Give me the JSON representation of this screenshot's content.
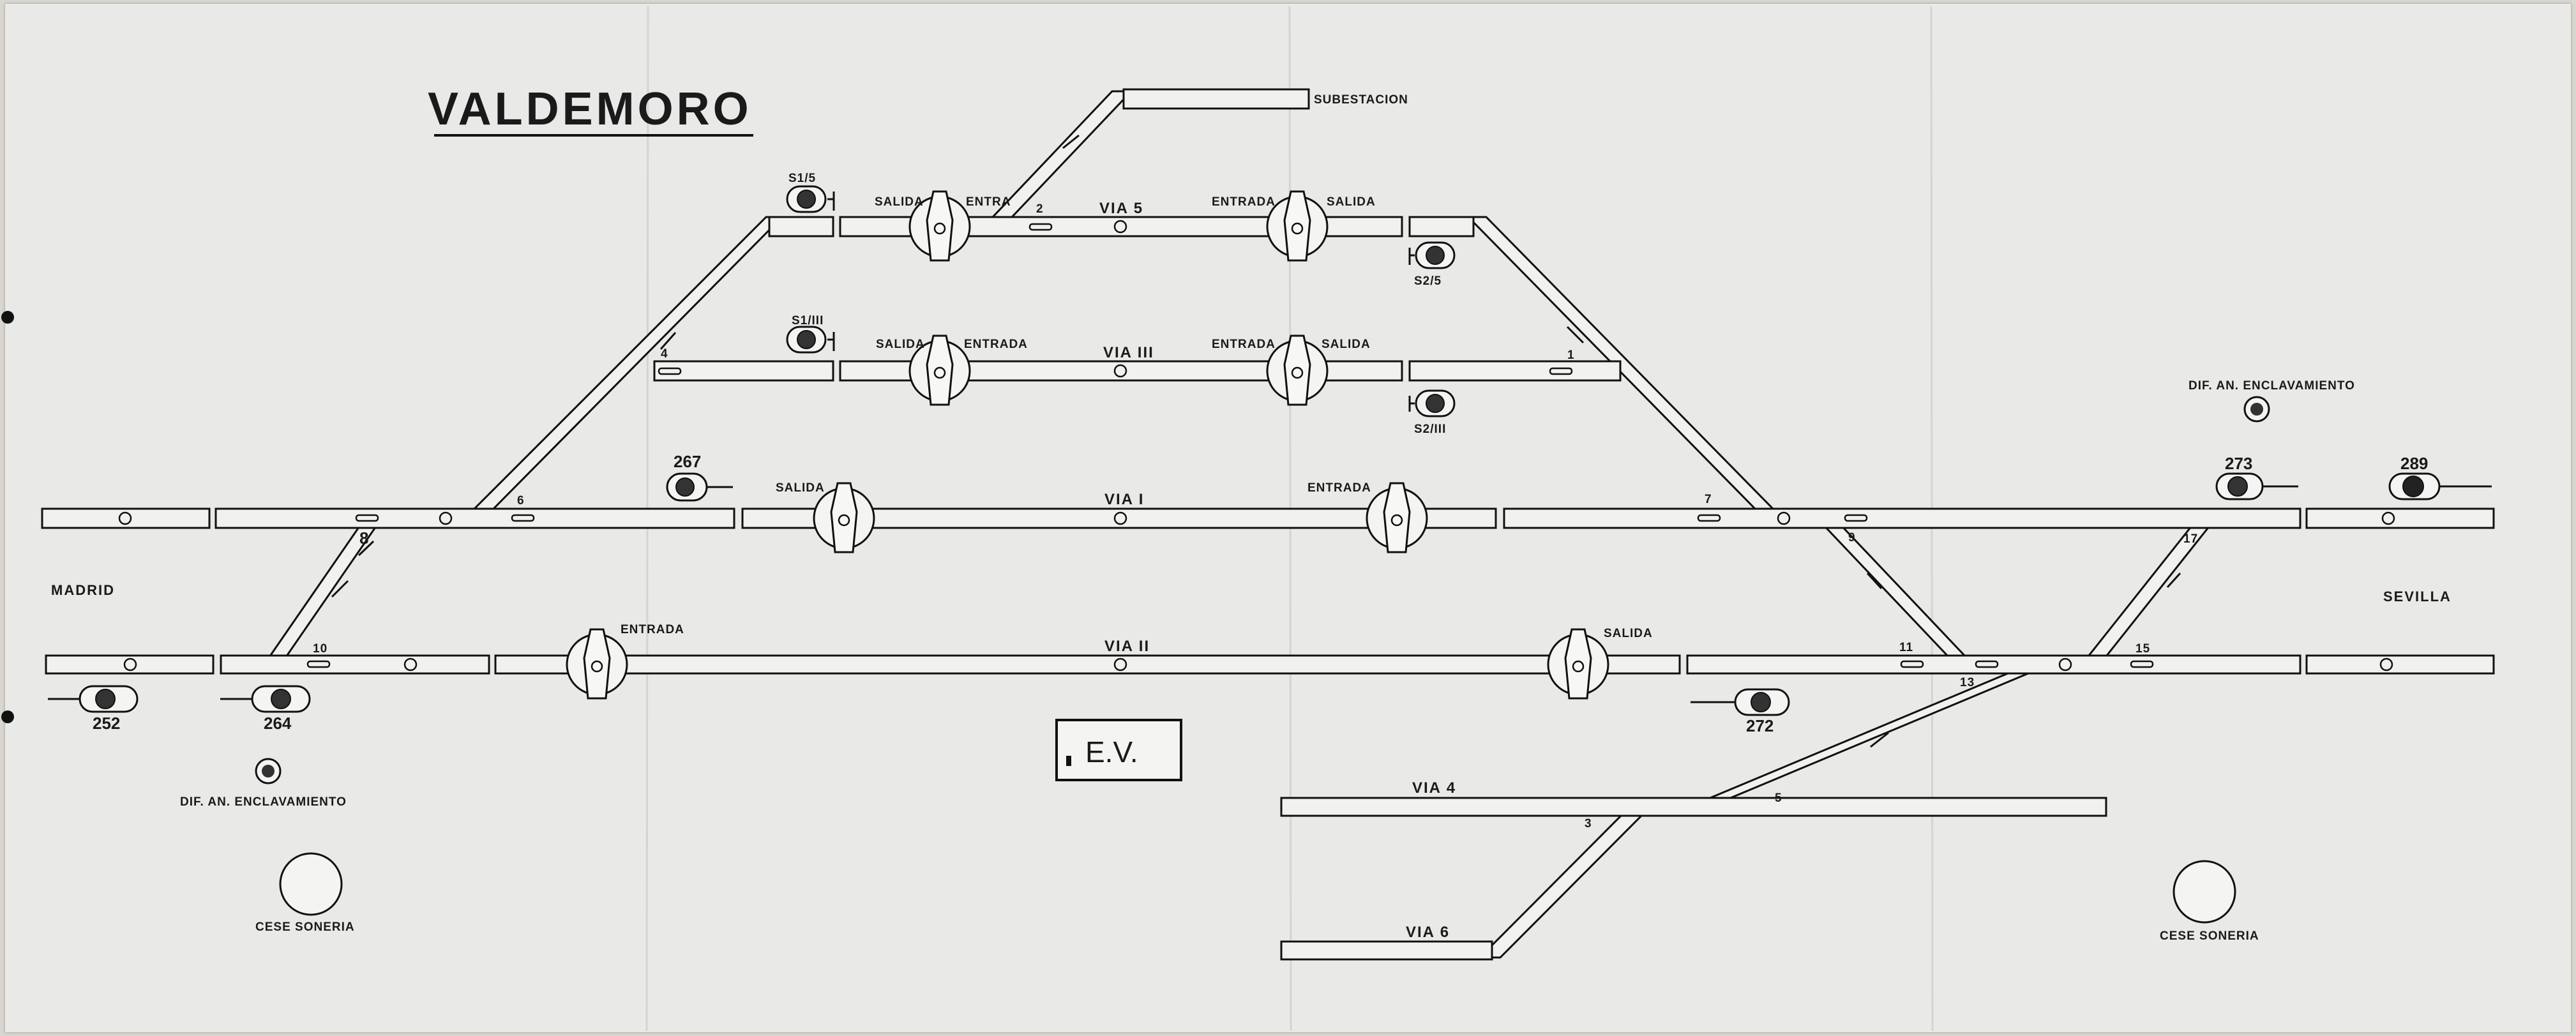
{
  "title": "VALDEMORO",
  "subestacion": "SUBESTACION",
  "ends": {
    "left": "MADRID",
    "right": "SEVILLA"
  },
  "tracks": {
    "via5": "VIA 5",
    "via3": "VIA III",
    "via1": "VIA I",
    "via2": "VIA II",
    "via4": "VIA 4",
    "via6": "VIA 6"
  },
  "levers": {
    "salida": "SALIDA",
    "entrada": "ENTRADA",
    "entra": "ENTRA"
  },
  "signals": {
    "s1_5": "S1/5",
    "s1_3": "S1/III",
    "s2_5": "S2/5",
    "s2_3": "S2/III",
    "n252": "252",
    "n264": "264",
    "n267": "267",
    "n272": "272",
    "n273": "273",
    "n289": "289"
  },
  "switches": {
    "sw1": "1",
    "sw2": "2",
    "sw3": "3",
    "sw4": "4",
    "sw5": "5",
    "sw6": "6",
    "sw7": "7",
    "sw8": "8",
    "sw9": "9",
    "sw10": "10",
    "sw11": "11",
    "sw13": "13",
    "sw15": "15",
    "sw17": "17"
  },
  "controls": {
    "dif_left": "DIF. AN. ENCLAVAMIENTO",
    "dif_right": "DIF. AN. ENCLAVAMIENTO",
    "cese_left": "CESE SONERIA",
    "cese_right": "CESE SONERIA",
    "ev": "E.V."
  }
}
